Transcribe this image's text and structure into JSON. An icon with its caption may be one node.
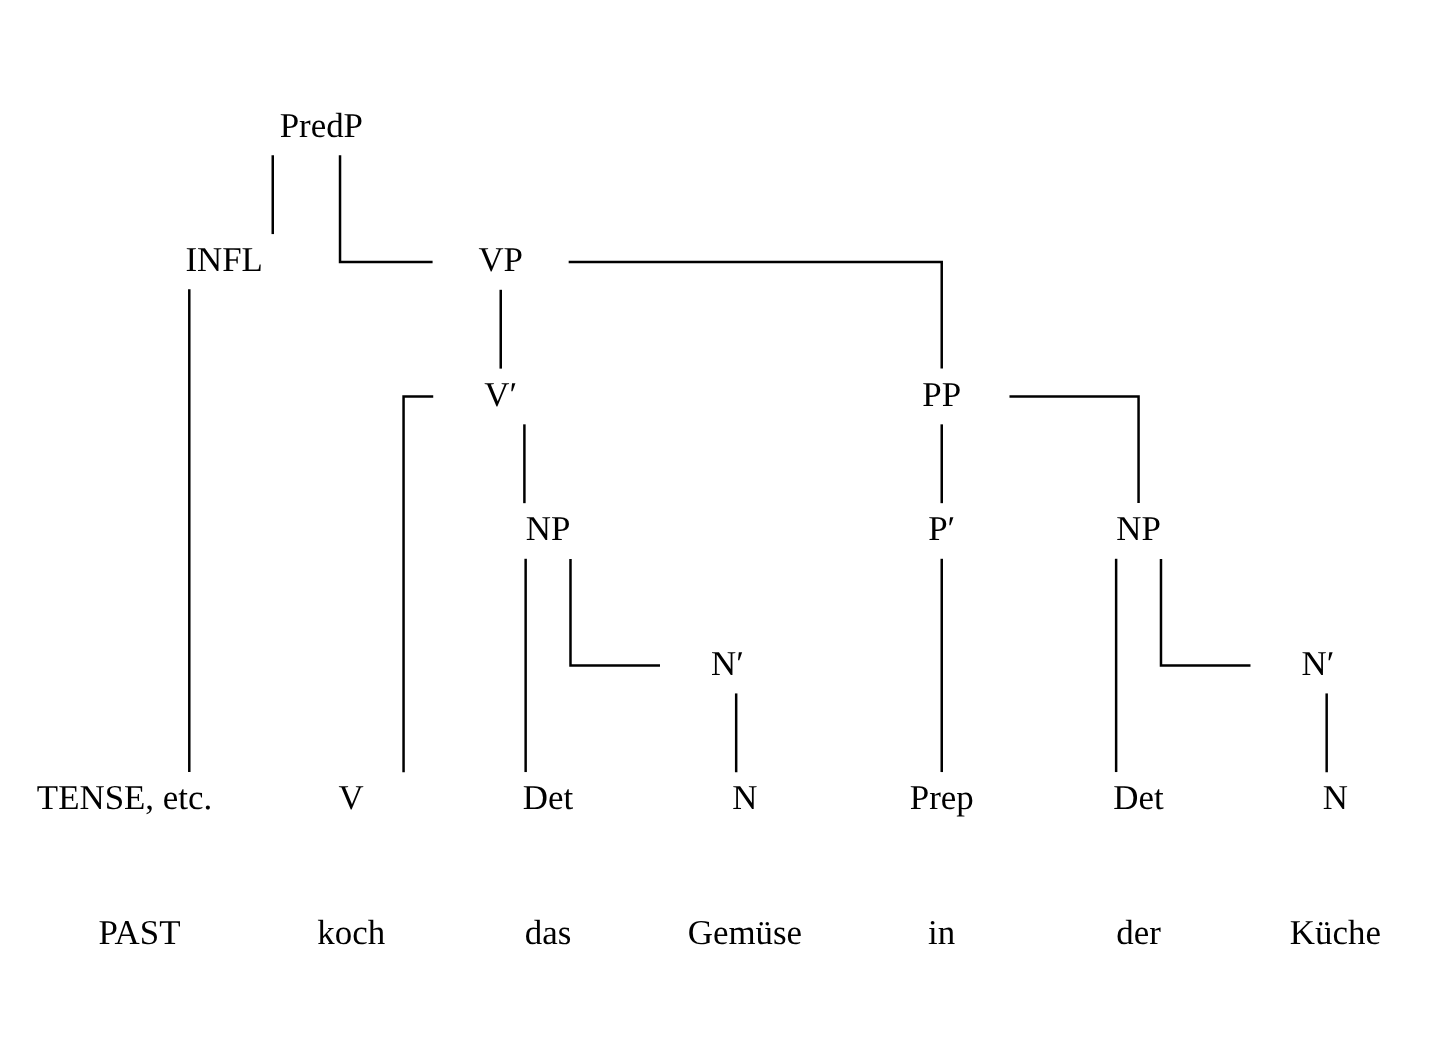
{
  "diagram": {
    "nodes": [
      {
        "text": [
          "PredP"
        ]
      },
      {
        "text": [
          "INFL"
        ]
      },
      {
        "text": [
          "VP"
        ]
      },
      {
        "text": [
          "V′"
        ]
      },
      {
        "text": [
          "PP"
        ]
      },
      {
        "text": [
          "NP"
        ]
      },
      {
        "text": [
          "P′"
        ]
      },
      {
        "text": [
          "NP"
        ]
      },
      {
        "text": [
          "N′"
        ]
      },
      {
        "text": [
          "N′"
        ]
      },
      {
        "text": [
          "TENSE, etc."
        ]
      },
      {
        "text": [
          "V"
        ]
      },
      {
        "text": [
          "Det"
        ]
      },
      {
        "text": [
          "N"
        ]
      },
      {
        "text": [
          "Prep"
        ]
      },
      {
        "text": [
          "Det"
        ]
      },
      {
        "text": [
          "N"
        ]
      }
    ],
    "edges": [
      {
        "from": 0,
        "to": 1,
        "arrow": "none"
      },
      {
        "from": 0,
        "to": 2,
        "arrow": "none"
      },
      {
        "from": 1,
        "to": 10,
        "arrow": "none"
      },
      {
        "from": 2,
        "to": 3,
        "arrow": "none"
      },
      {
        "from": 2,
        "to": 4,
        "arrow": "none"
      },
      {
        "from": 3,
        "to": 11,
        "arrow": "none"
      },
      {
        "from": 3,
        "to": 5,
        "arrow": "none"
      },
      {
        "from": 5,
        "to": 12,
        "arrow": "none"
      },
      {
        "from": 5,
        "to": 8,
        "arrow": "none"
      },
      {
        "from": 8,
        "to": 13,
        "arrow": "none"
      },
      {
        "from": 4,
        "to": 6,
        "arrow": "none"
      },
      {
        "from": 4,
        "to": 7,
        "arrow": "none"
      },
      {
        "from": 6,
        "to": 14,
        "arrow": "none"
      },
      {
        "from": 7,
        "to": 15,
        "arrow": "none"
      },
      {
        "from": 7,
        "to": 9,
        "arrow": "none"
      },
      {
        "from": 9,
        "to": 16,
        "arrow": "none"
      }
    ],
    "labels": [
      "PAST",
      "koch",
      "das",
      "Gemüse",
      "in",
      "der",
      "Küche"
    ]
  }
}
